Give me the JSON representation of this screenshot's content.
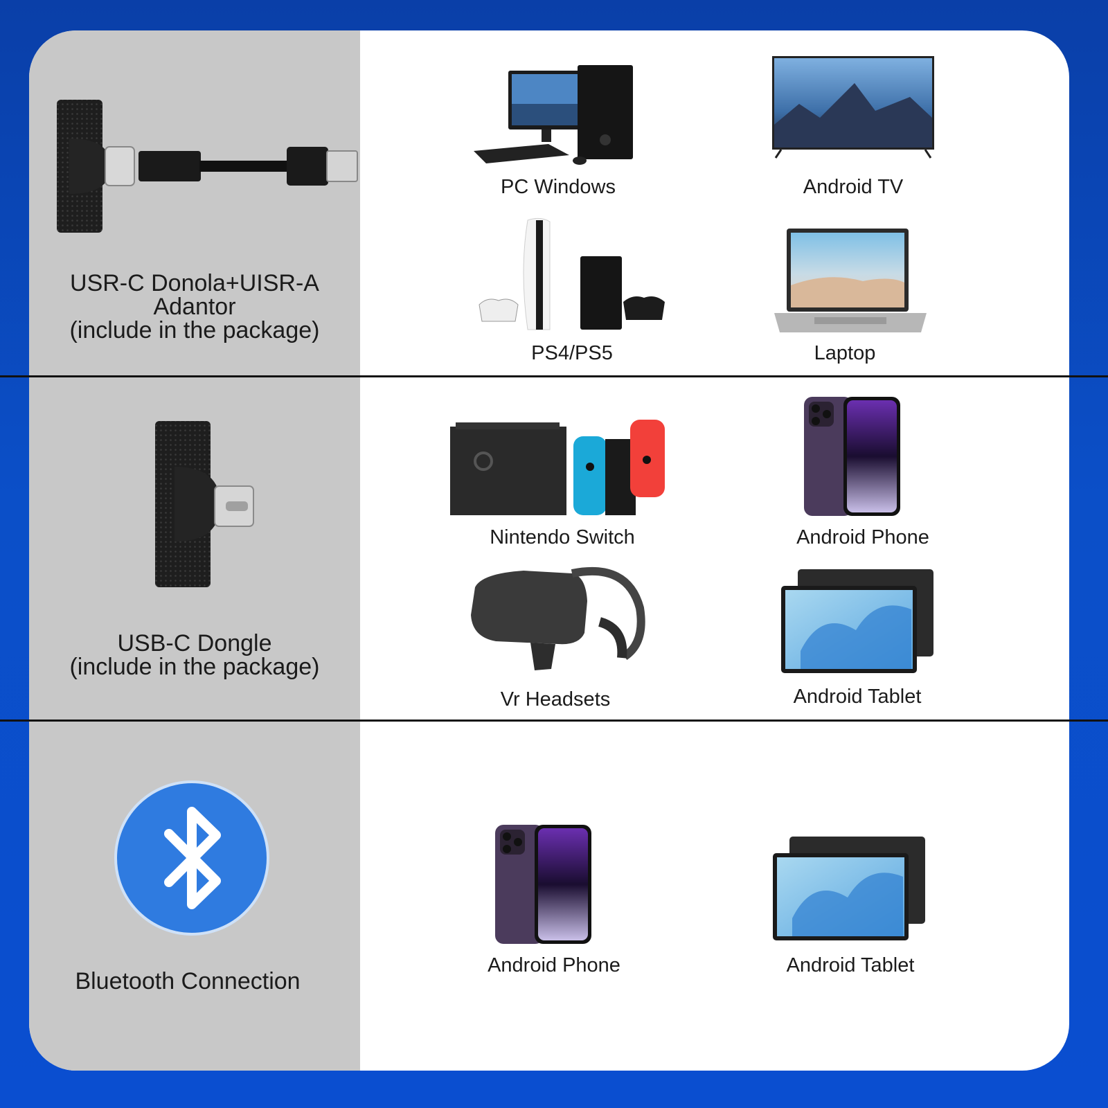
{
  "colors": {
    "background": "#0b48c0",
    "left_panel": "#c8c8c8",
    "card": "#ffffff",
    "bluetooth": "#2f7be0",
    "divider": "#111111"
  },
  "sections": [
    {
      "label_lines": [
        "USR-C Donola+UISR-A",
        "Adantor",
        "(include in the package)"
      ],
      "icon": "usb-c-dongle-with-usb-a-adapter-icon",
      "devices": [
        {
          "label": "PC Windows",
          "icon": "desktop-pc-icon"
        },
        {
          "label": "Android TV",
          "icon": "tv-icon"
        },
        {
          "label": "PS4/PS5",
          "icon": "game-console-icon"
        },
        {
          "label": "Laptop",
          "icon": "laptop-icon"
        }
      ]
    },
    {
      "label_lines": [
        "USB-C Dongle",
        "(include in the package)"
      ],
      "icon": "usb-c-dongle-icon",
      "devices": [
        {
          "label": "Nintendo Switch",
          "icon": "nintendo-switch-icon"
        },
        {
          "label": "Android Phone",
          "icon": "smartphone-icon"
        },
        {
          "label": "Vr Headsets",
          "icon": "vr-headset-icon"
        },
        {
          "label": "Android Tablet",
          "icon": "tablet-icon"
        }
      ]
    },
    {
      "label_lines": [
        "Bluetooth Connection"
      ],
      "icon": "bluetooth-icon",
      "devices": [
        {
          "label": "Android Phone",
          "icon": "smartphone-icon"
        },
        {
          "label": "Android Tablet",
          "icon": "tablet-icon"
        }
      ]
    }
  ]
}
